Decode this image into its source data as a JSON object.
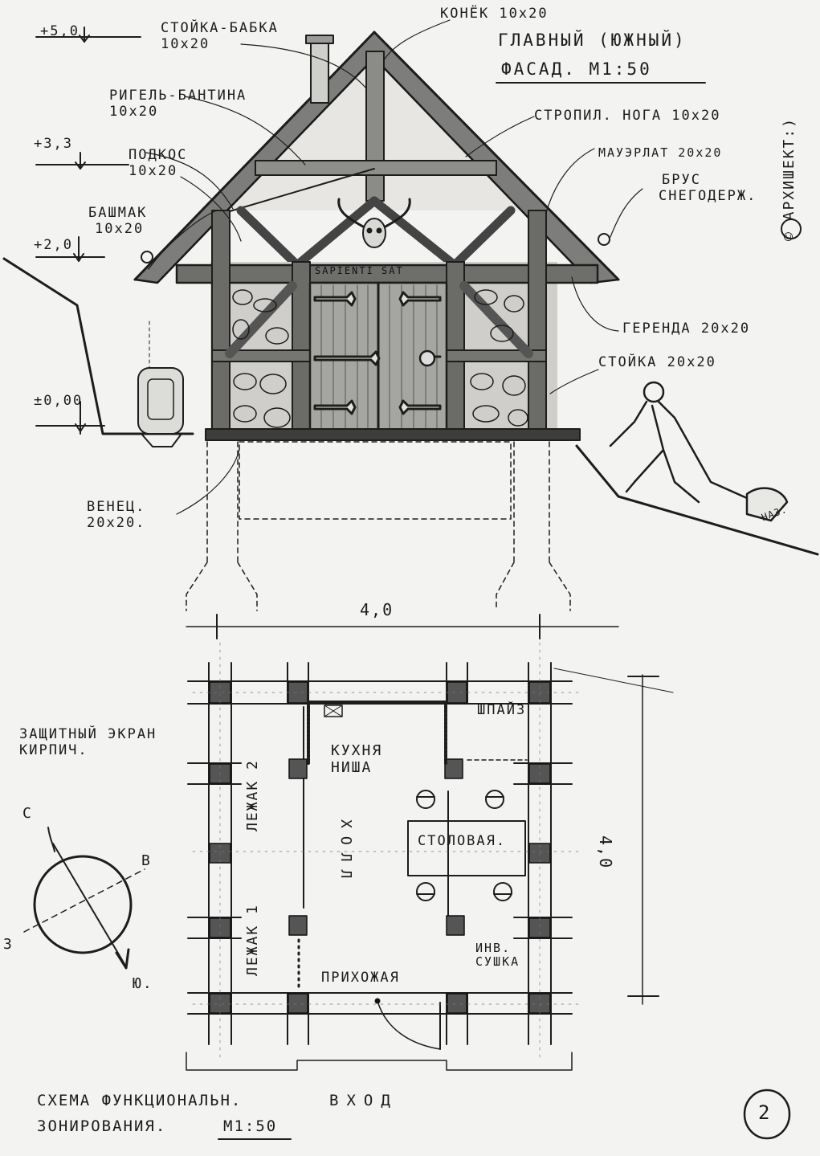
{
  "facade": {
    "title_line1": "ГЛАВНЫЙ (ЮЖНЫЙ)",
    "title_line2": "ФАСАД. М1:50",
    "sign": "SAPIENTI SAT"
  },
  "levels": {
    "top": "+5,0",
    "mid": "+3,3",
    "low": "+2,0",
    "zero": "±0,00"
  },
  "callouts": {
    "stoyka_babka": "СТОЙКА-БАБКА",
    "stoyka_babka_size": "10х20",
    "konek": "КОНЁК 10х20",
    "rigel": "РИГЕЛЬ-БАНТИНА",
    "rigel_size": "10х20",
    "podkos": "ПОДКОС",
    "podkos_size": "10х20",
    "bashmak": "БАШМАК",
    "bashmak_size": "10х20",
    "stropil": "СТРОПИЛ. НОГА 10х20",
    "mauerlat": "МАУЭРЛАТ 20х20",
    "brus_line1": "БРУС",
    "brus_line2": "СНЕГОДЕРЖ.",
    "gerenda": "ГЕРЕНДА 20х20",
    "stoyka": "СТОЙКА 20х20",
    "venets_line1": "ВЕНЕЦ.",
    "venets_line2": "20х20.",
    "copyright": "© АРХИШЕКТ:)",
    "naz": "НАЗ."
  },
  "plan": {
    "width_dim": "4,0",
    "depth_dim": "4,0",
    "screen_line1": "ЗАЩИТНЫЙ ЭКРАН",
    "screen_line2": "КИРПИЧ.",
    "shpaiz": "ШПАЙЗ",
    "kitchen_line1": "КУХНЯ",
    "kitchen_line2": "НИША",
    "lezhak2": "ЛЕЖАК 2",
    "lezhak1": "ЛЕЖАК 1",
    "holl": "ХОЛЛ",
    "dining": "СТОЛОВАЯ.",
    "inv_line1": "ИНВ.",
    "inv_line2": "СУШКА",
    "hallway": "ПРИХОЖАЯ",
    "entry": "ВХОД"
  },
  "compass": {
    "north": "С",
    "east": "В",
    "west": "З",
    "south": "Ю."
  },
  "footer": {
    "line1": "СХЕМА ФУНКЦИОНАЛЬН.",
    "line2": "ЗОНИРОВАНИЯ.",
    "scale": "М1:50",
    "page_number": "2"
  }
}
